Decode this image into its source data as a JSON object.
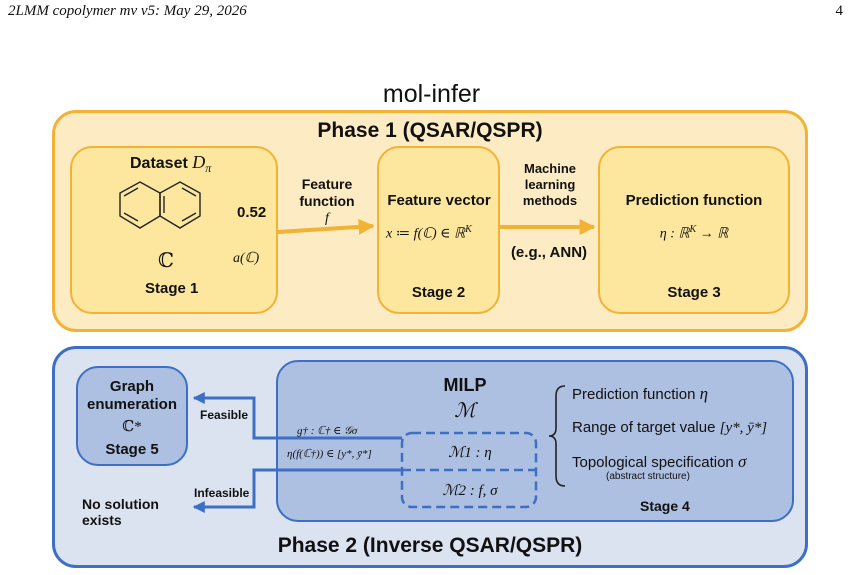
{
  "header": {
    "running_title": "2LMM copolymer mv v5: May 29, 2026",
    "page_number": "4"
  },
  "title": "mol-infer",
  "phase1": {
    "label": "Phase 1 (QSAR/QSPR)",
    "stage1": {
      "dataset_label": "Dataset",
      "dataset_symbol": "D",
      "dataset_sub": "π",
      "value": "0.52",
      "c_symbol": "ℂ",
      "a_label": "a(ℂ)",
      "stage": "Stage 1"
    },
    "arrow1": {
      "line1": "Feature",
      "line2": "function",
      "line3": "f"
    },
    "stage2": {
      "title": "Feature vector",
      "formula": "x ≔ f(ℂ) ∈ ℝ",
      "formula_sup": "K",
      "stage": "Stage 2"
    },
    "arrow2": {
      "line1": "Machine",
      "line2": "learning",
      "line3": "methods",
      "line4": "(e.g., ANN)"
    },
    "stage3": {
      "title": "Prediction function",
      "formula": "η : ℝ",
      "formula_sup": "K",
      "formula_tail": " → ℝ",
      "stage": "Stage 3"
    }
  },
  "phase2": {
    "label": "Phase 2 (Inverse QSAR/QSPR)",
    "stage5": {
      "line1": "Graph",
      "line2": "enumeration",
      "symbol": "ℂ*",
      "stage": "Stage 5"
    },
    "feasible": "Feasible",
    "infeasible": "Infeasible",
    "no_solution_line1": "No solution",
    "no_solution_line2": "exists",
    "output1": "g† : ℂ† ∈ 𝒢σ",
    "output2": "η(f(ℂ†)) ∈ [y*, ȳ*]",
    "milp_title": "MILP",
    "milp_symbol": "ℳ",
    "m1": "ℳ1 : η",
    "m2": "ℳ2 : f, σ",
    "spec1_text": "Prediction function ",
    "spec1_sym": "η",
    "spec2_text": "Range of target value ",
    "spec2_sym": "[y*, ȳ*]",
    "spec3_text": "Topological specification ",
    "spec3_sym": "σ",
    "spec3_sub": "(abstract structure)",
    "stage": "Stage 4"
  }
}
